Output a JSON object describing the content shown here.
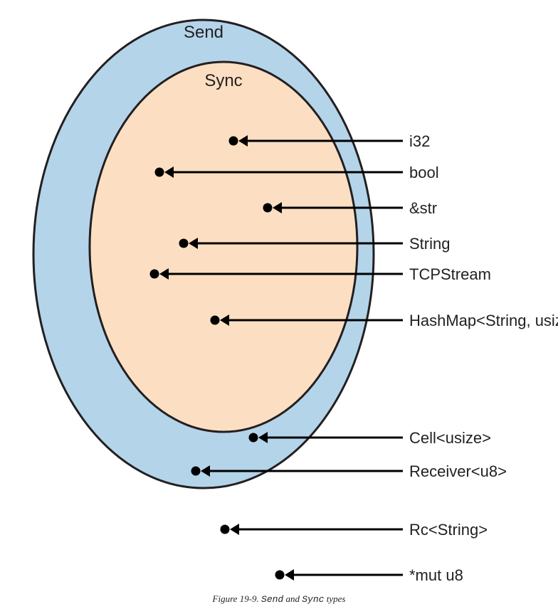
{
  "diagram": {
    "send_label": "Send",
    "sync_label": "Sync",
    "colors": {
      "send_fill": "#b4d4ea",
      "sync_fill": "#fcdfc2",
      "stroke": "#231f20",
      "arrow": "#000000"
    },
    "types": [
      {
        "label": "i32",
        "region": "sync"
      },
      {
        "label": "bool",
        "region": "sync"
      },
      {
        "label": "&str",
        "region": "sync"
      },
      {
        "label": "String",
        "region": "sync"
      },
      {
        "label": "TCPStream",
        "region": "sync"
      },
      {
        "label": "HashMap<String, usize>",
        "region": "sync"
      },
      {
        "label": "Cell<usize>",
        "region": "send"
      },
      {
        "label": "Receiver<u8>",
        "region": "send"
      },
      {
        "label": "Rc<String>",
        "region": "none"
      },
      {
        "label": "*mut u8",
        "region": "none"
      }
    ]
  },
  "caption": {
    "prefix": "Figure 19-9. ",
    "send_code": "Send",
    "and": " and ",
    "sync_code": "Sync",
    "suffix": " types"
  }
}
